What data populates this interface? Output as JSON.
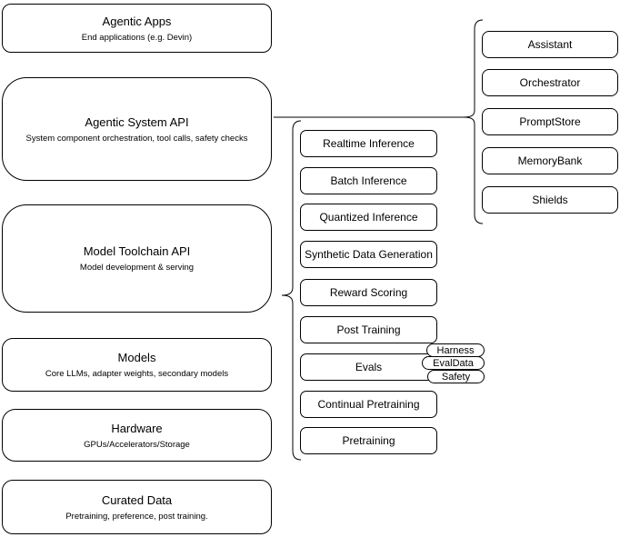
{
  "diagram": {
    "background": "#ffffff",
    "stroke_color": "#000000",
    "left_column": [
      {
        "title": "Agentic Apps",
        "subtitle": "End applications (e.g. Devin)"
      },
      {
        "title": "Agentic System API",
        "subtitle": "System component orchestration, tool calls, safety checks"
      },
      {
        "title": "Model Toolchain API",
        "subtitle": "Model development & serving"
      },
      {
        "title": "Models",
        "subtitle": "Core LLMs, adapter weights, secondary models"
      },
      {
        "title": "Hardware",
        "subtitle": "GPUs/Accelerators/Storage"
      },
      {
        "title": "Curated Data",
        "subtitle": "Pretraining, preference, post training."
      }
    ],
    "toolchain": {
      "items": [
        "Realtime Inference",
        "Batch Inference",
        "Quantized Inference",
        "Synthetic Data Generation",
        "Reward Scoring",
        "Post Training",
        "Evals",
        "Continual Pretraining",
        "Pretraining"
      ]
    },
    "evals_tags": [
      "Harness",
      "EvalData",
      "Safety"
    ],
    "system_components": {
      "items": [
        "Assistant",
        "Orchestrator",
        "PromptStore",
        "MemoryBank",
        "Shields"
      ]
    }
  }
}
